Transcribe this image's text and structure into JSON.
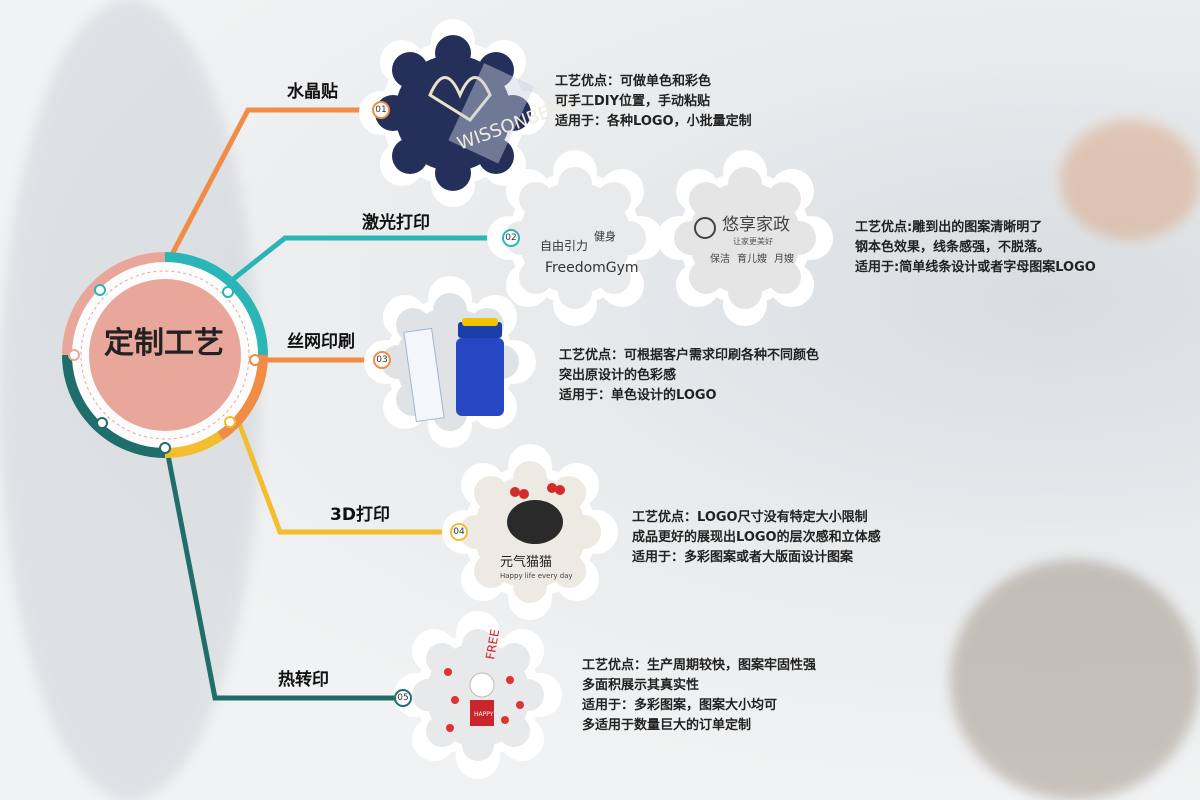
{
  "center": {
    "label": "定制工艺"
  },
  "colors": {
    "orange": "#F08C43",
    "teal": "#2BB5B6",
    "yellow": "#F2BE2E",
    "dark_teal": "#1F6E6C",
    "pink": "#E8A79A"
  },
  "branches": [
    {
      "title": "水晶贴",
      "number": "01",
      "lines": [
        "工艺优点：可做单色和彩色",
        "可手工DIY位置，手动粘贴",
        "适用于：各种LOGO，小批量定制"
      ],
      "image_text": "WISSONBERG"
    },
    {
      "title": "激光打印",
      "number": "02",
      "lines": [
        "工艺优点:雕到出的图案清晰明了",
        "钢本色效果，线条感强，不脱落。",
        "适用于:简单线条设计或者字母图案LOGO"
      ],
      "image_text": [
        "自由引力",
        "健身",
        "FreedomGym"
      ],
      "image_text_2": [
        "悠享家政",
        "让家更美好",
        "保洁",
        "育儿嫂",
        "月嫂"
      ]
    },
    {
      "title": "丝网印刷",
      "number": "03",
      "lines": [
        "工艺优点：可根据客户需求印刷各种不同颜色",
        "突出原设计的色彩感",
        "适用于：单色设计的LOGO"
      ]
    },
    {
      "title": "3D打印",
      "number": "04",
      "lines": [
        "工艺优点：LOGO尺寸没有特定大小限制",
        "成品更好的展现出LOGO的层次感和立体感",
        "适用于：多彩图案或者大版面设计图案"
      ],
      "image_text": [
        "元气猫猫",
        "Happy life every day"
      ]
    },
    {
      "title": "热转印",
      "number": "05",
      "lines": [
        "工艺优点：生产周期较快，图案牢固性强",
        "多面积展示其真实性",
        "适用于：多彩图案，图案大小均可",
        "多适用于数量巨大的订单定制"
      ],
      "image_text": [
        "FREE",
        "HAPPY"
      ]
    }
  ]
}
